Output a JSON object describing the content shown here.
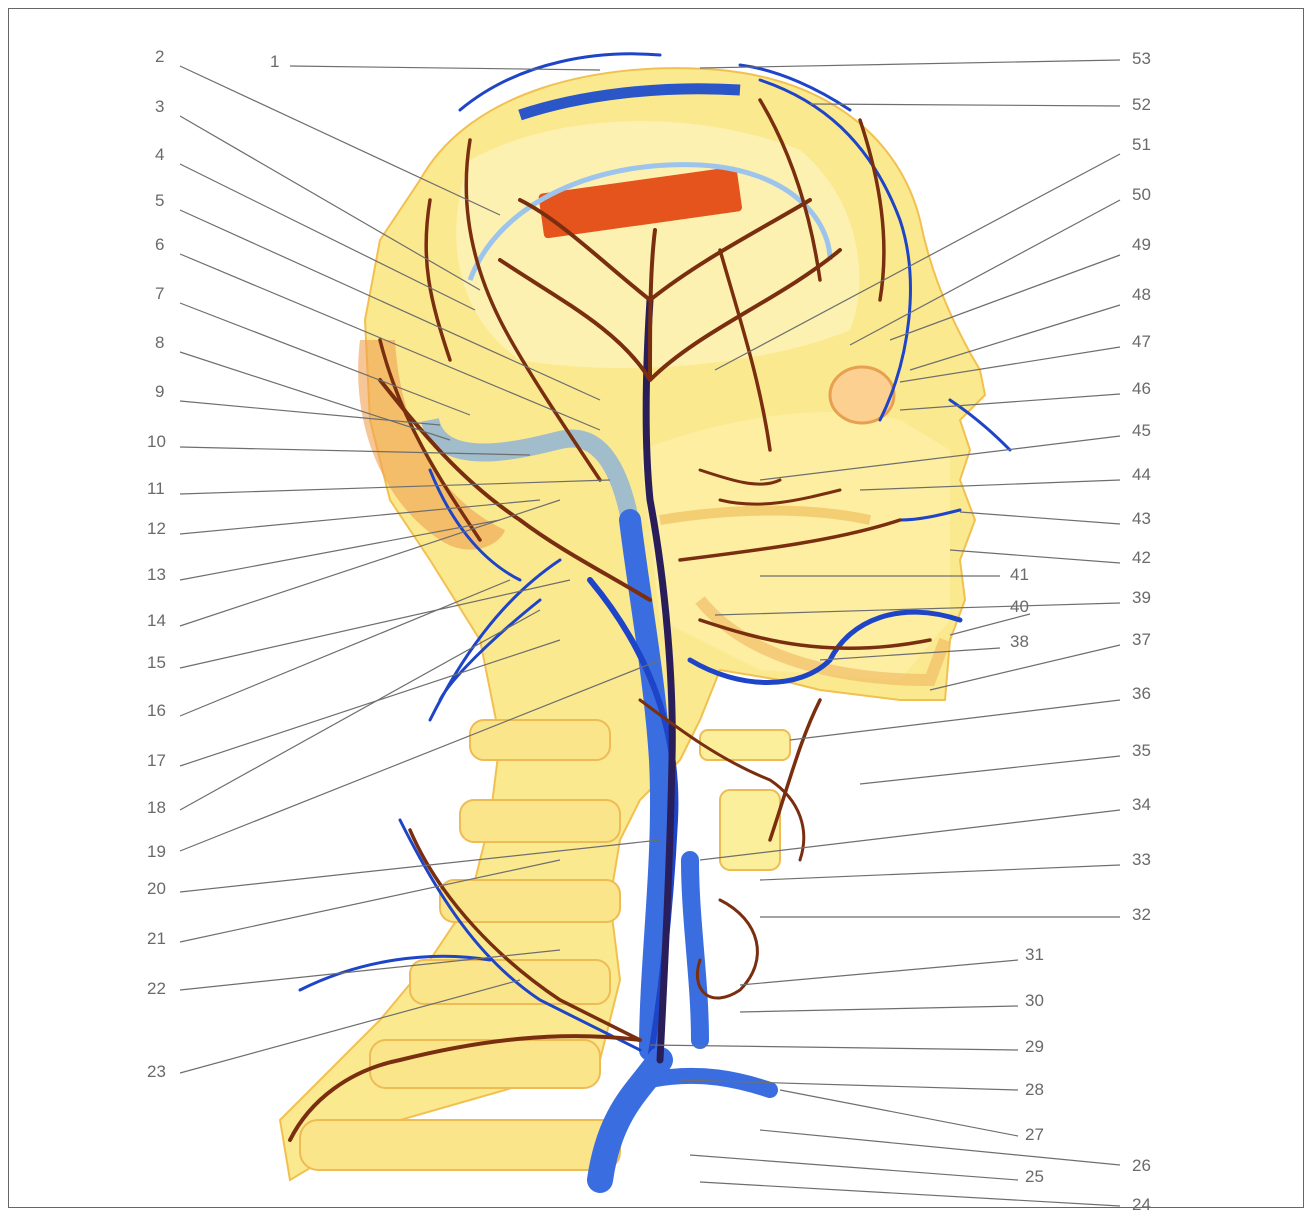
{
  "figure": {
    "colors": {
      "background": "#ffffff",
      "frame": "#666666",
      "bone": "#f8e27a",
      "bone_light": "#fdf0b0",
      "artery": "#7a2e10",
      "vein": "#1e44c8",
      "vein_light": "#6aa4e8",
      "muscle": "#d84318",
      "label": "#6a6a6a",
      "leader": "#6e6e6e"
    },
    "left_labels": [
      "1",
      "2",
      "3",
      "4",
      "5",
      "6",
      "7",
      "8",
      "9",
      "10",
      "11",
      "12",
      "13",
      "14",
      "15",
      "16",
      "17",
      "18",
      "19",
      "20",
      "21",
      "22",
      "23"
    ],
    "right_labels": [
      "53",
      "52",
      "51",
      "50",
      "49",
      "48",
      "47",
      "46",
      "45",
      "44",
      "43",
      "42",
      "41",
      "40",
      "39",
      "38",
      "37",
      "36",
      "35",
      "34",
      "33",
      "32",
      "31",
      "30",
      "29",
      "28",
      "27",
      "26",
      "25",
      "24"
    ]
  }
}
